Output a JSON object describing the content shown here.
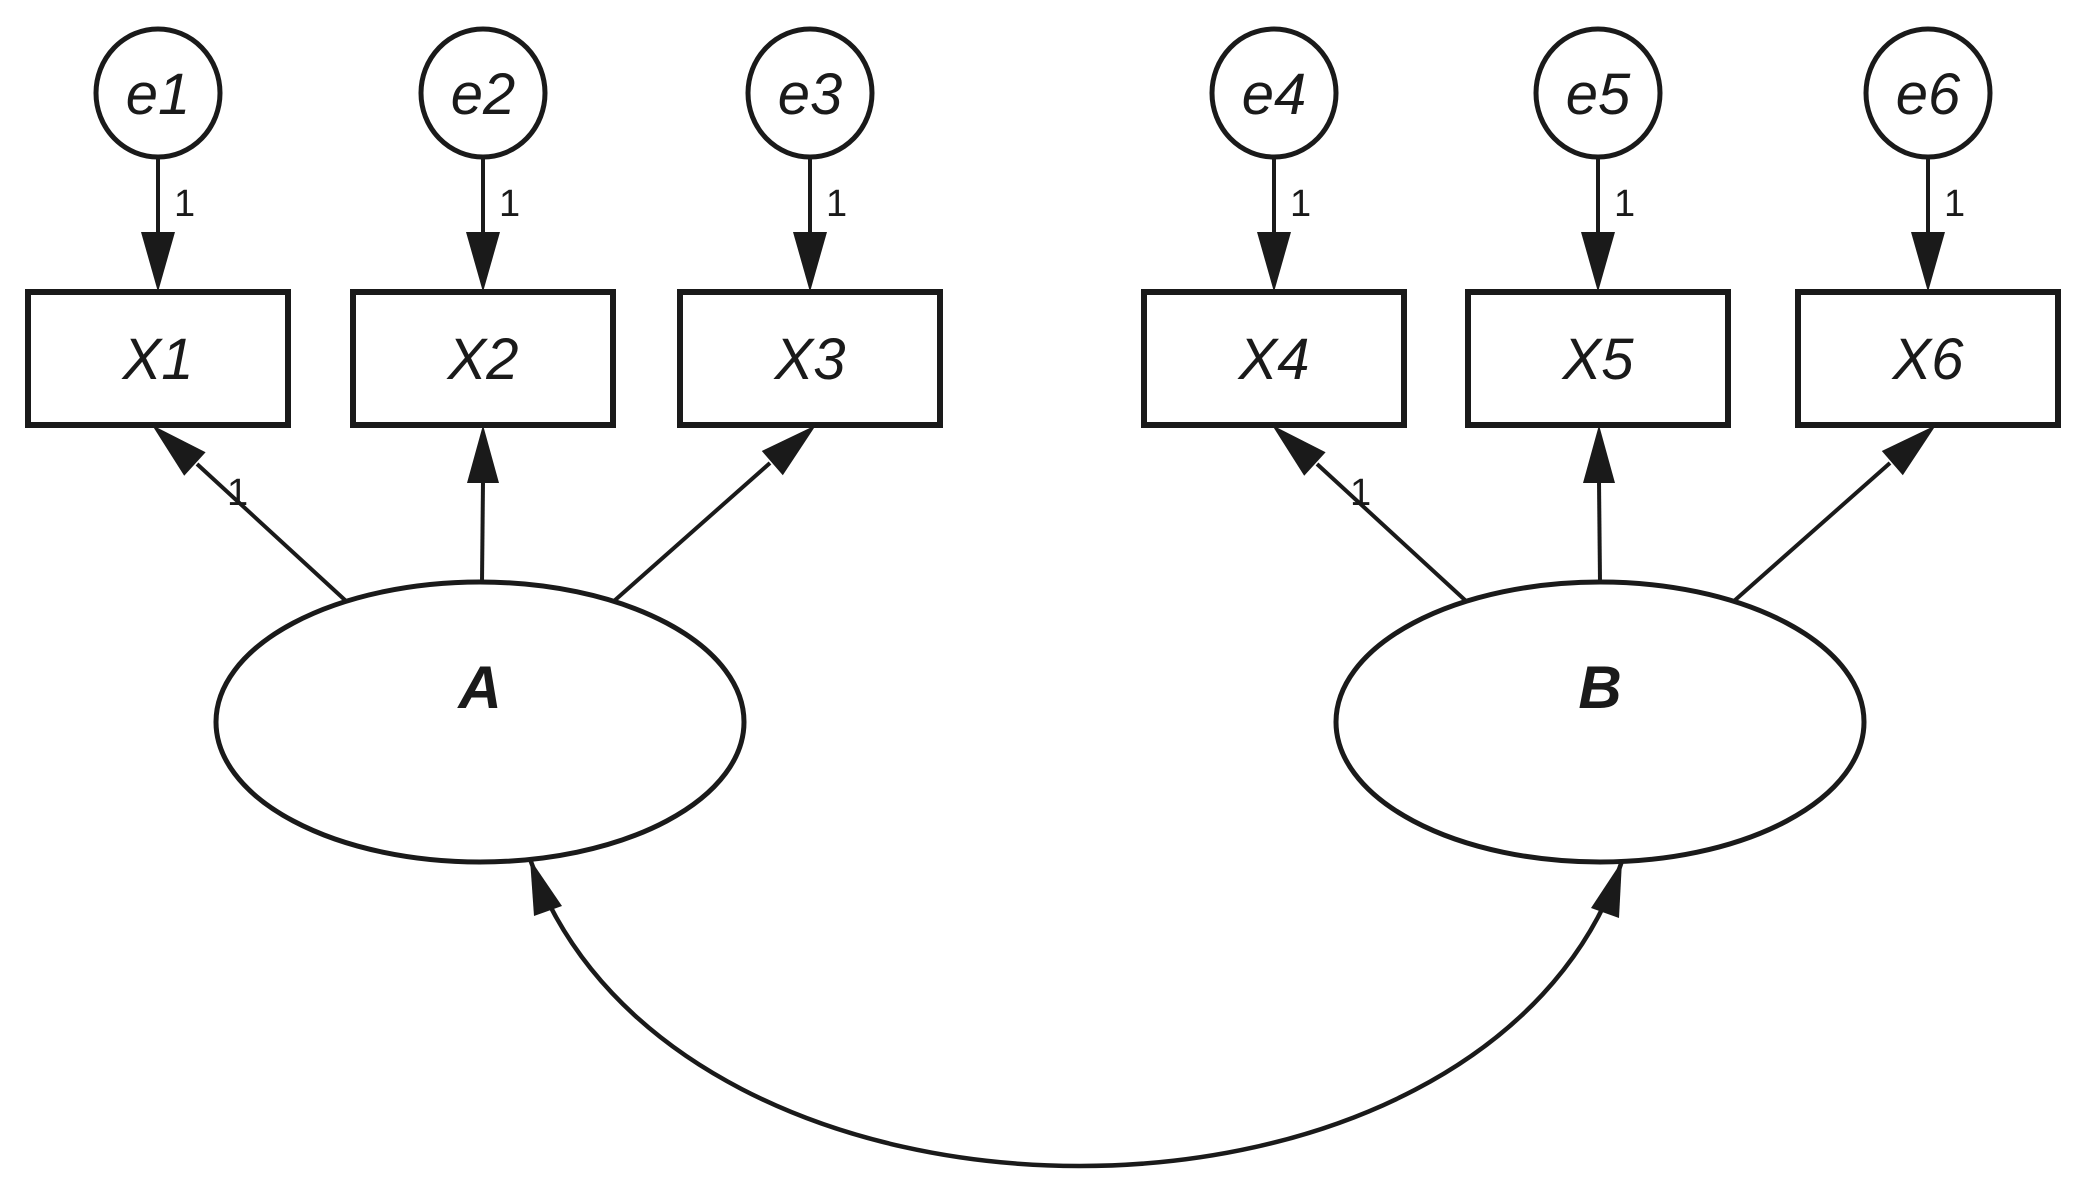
{
  "figure": {
    "type": "sem-path-diagram",
    "description": "Confirmatory factor analysis path diagram with two correlated latent factors",
    "background_color": "#ffffff",
    "ink_color": "#1a1a1a"
  },
  "latent_variables": [
    {
      "label": "A"
    },
    {
      "label": "B"
    }
  ],
  "observed_variables": [
    {
      "label": "X1"
    },
    {
      "label": "X2"
    },
    {
      "label": "X3"
    },
    {
      "label": "X4"
    },
    {
      "label": "X5"
    },
    {
      "label": "X6"
    }
  ],
  "error_terms": [
    {
      "label": "e1",
      "weight": "1",
      "points_to": "X1"
    },
    {
      "label": "e2",
      "weight": "1",
      "points_to": "X2"
    },
    {
      "label": "e3",
      "weight": "1",
      "points_to": "X3"
    },
    {
      "label": "e4",
      "weight": "1",
      "points_to": "X4"
    },
    {
      "label": "e5",
      "weight": "1",
      "points_to": "X5"
    },
    {
      "label": "e6",
      "weight": "1",
      "points_to": "X6"
    }
  ],
  "loadings": [
    {
      "from": "A",
      "to": "X1",
      "label": "1"
    },
    {
      "from": "A",
      "to": "X2",
      "label": ""
    },
    {
      "from": "A",
      "to": "X3",
      "label": ""
    },
    {
      "from": "B",
      "to": "X4",
      "label": "1"
    },
    {
      "from": "B",
      "to": "X5",
      "label": ""
    },
    {
      "from": "B",
      "to": "X6",
      "label": ""
    }
  ],
  "fixed_loadings": [
    {
      "from": "A",
      "to": "X1",
      "label": "1"
    },
    {
      "from": "B",
      "to": "X4",
      "label": "1"
    }
  ],
  "covariance": {
    "between": [
      "A",
      "B"
    ],
    "style": "curved double-headed arrow"
  }
}
